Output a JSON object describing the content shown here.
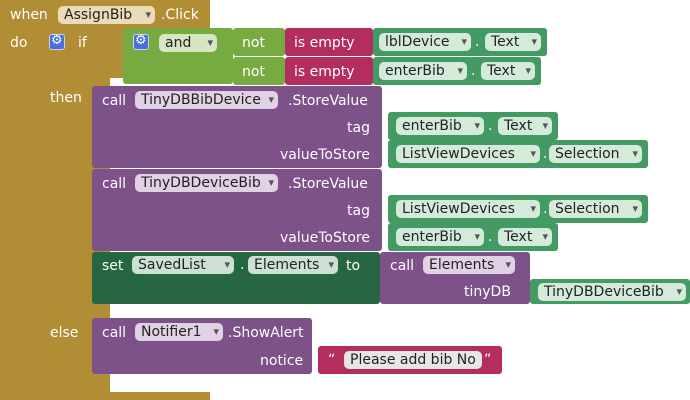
{
  "colors": {
    "event": "#b18e35",
    "control": "#b18e35",
    "logic": "#77ab41",
    "text": "#b32d5e",
    "component": "#439a63",
    "tinydb": "#7d5289",
    "set_green": "#266643"
  },
  "event": {
    "when": "when",
    "component": "AssignBib",
    "event_name": ".Click",
    "do": "do"
  },
  "if_block": {
    "if": "if",
    "then": "then",
    "else": "else"
  },
  "logic": {
    "and": "and"
  },
  "cond1": {
    "not": "not",
    "is_empty": "is empty",
    "component": "lblDevice",
    "dot": ".",
    "property": "Text"
  },
  "cond2": {
    "not": "not",
    "is_empty": "is empty",
    "component": "enterBib",
    "dot": ".",
    "property": "Text"
  },
  "call1": {
    "call": "call",
    "component": "TinyDBBibDevice",
    "method": ".StoreValue",
    "tag_label": "tag",
    "vts_label": "valueToStore",
    "tag_component": "enterBib",
    "tag_dot": ".",
    "tag_property": "Text",
    "vts_component": "ListViewDevices",
    "vts_dot": ".",
    "vts_property": "Selection"
  },
  "call2": {
    "call": "call",
    "component": "TinyDBDeviceBib",
    "method": ".StoreValue",
    "tag_label": "tag",
    "vts_label": "valueToStore",
    "tag_component": "ListViewDevices",
    "tag_dot": ".",
    "tag_property": "Selection",
    "vts_component": "enterBib",
    "vts_dot": ".",
    "vts_property": "Text"
  },
  "set1": {
    "set": "set",
    "component": "SavedList",
    "dot": ".",
    "property": "Elements",
    "to": "to",
    "call": "call",
    "getter": "Elements",
    "tinydb_label": "tinyDB",
    "tinydb_component": "TinyDBDeviceBib"
  },
  "else_call": {
    "call": "call",
    "component": "Notifier1",
    "method": ".ShowAlert",
    "notice_label": "notice",
    "quote_open": "“",
    "message": "Please add bib No",
    "quote_close": "”"
  }
}
